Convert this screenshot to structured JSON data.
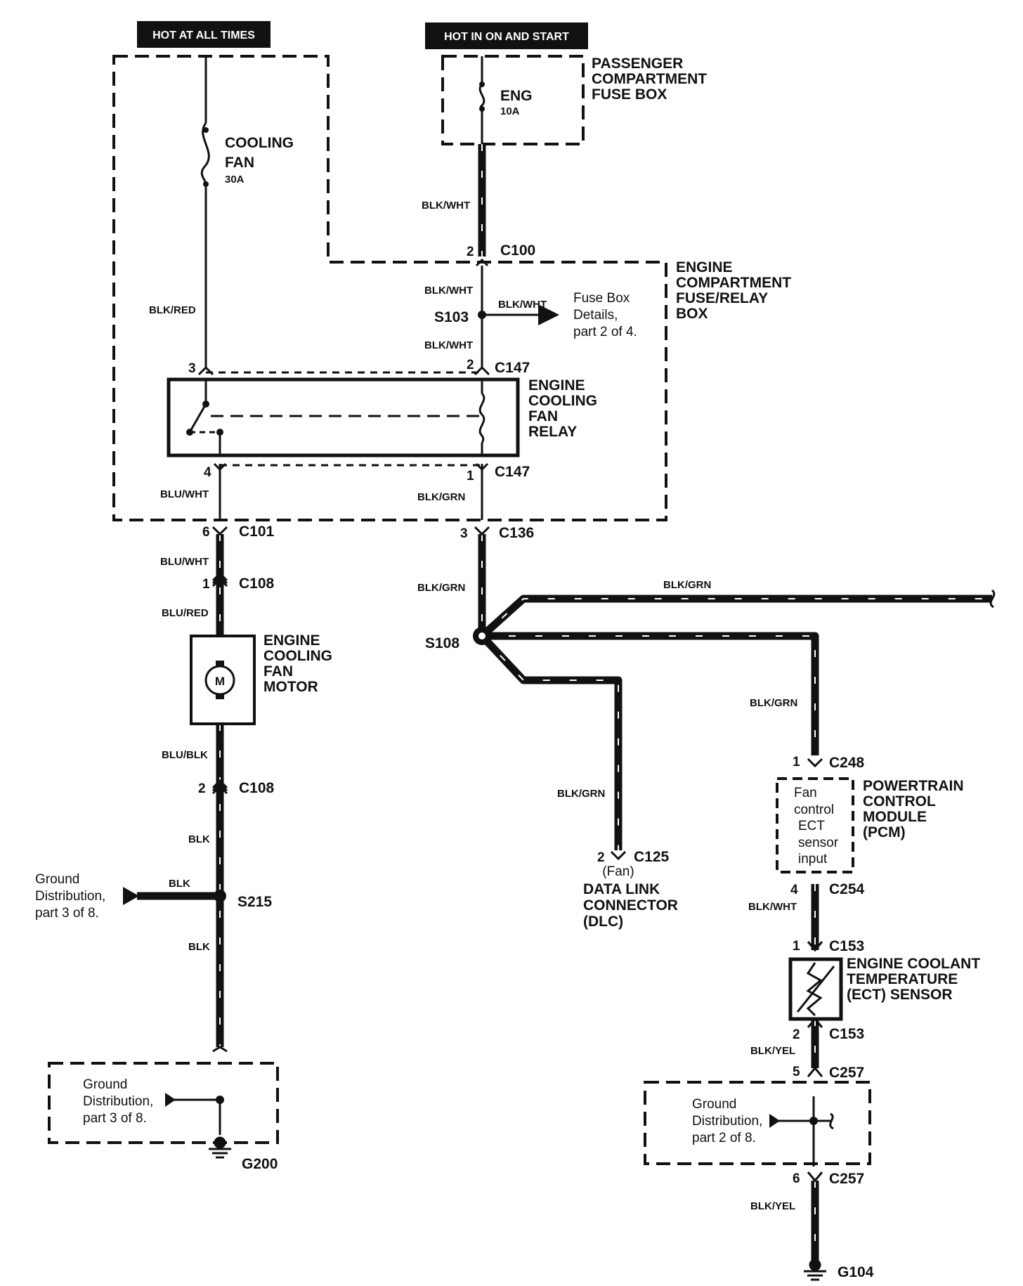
{
  "headers": {
    "hot_at_all_times": "HOT AT ALL TIMES",
    "hot_in_on_and_start": "HOT IN ON AND START"
  },
  "boxes": {
    "passenger_fuse_box": [
      "PASSENGER",
      "COMPARTMENT",
      "FUSE BOX"
    ],
    "engine_fuse_relay_box": [
      "ENGINE",
      "COMPARTMENT",
      "FUSE/RELAY",
      "BOX"
    ]
  },
  "fuses": {
    "eng": {
      "name": "ENG",
      "rating": "10A"
    },
    "cooling_fan": {
      "name_line1": "COOLING",
      "name_line2": "FAN",
      "rating": "30A"
    }
  },
  "components": {
    "relay": [
      "ENGINE",
      "COOLING",
      "FAN",
      "RELAY"
    ],
    "fan_motor": [
      "ENGINE",
      "COOLING",
      "FAN",
      "MOTOR"
    ],
    "motor_symbol": "M",
    "dlc": [
      "DATA LINK",
      "CONNECTOR",
      "(DLC)"
    ],
    "dlc_pin_note": "(Fan)",
    "pcm": [
      "POWERTRAIN",
      "CONTROL",
      "MODULE",
      "(PCM)"
    ],
    "pcm_inner": [
      "Fan",
      "control",
      "ECT",
      "sensor",
      "input"
    ],
    "ect_sensor": [
      "ENGINE COOLANT",
      "TEMPERATURE",
      "(ECT) SENSOR"
    ]
  },
  "refs": {
    "fuse_box_details": [
      "Fuse Box",
      "Details,",
      "part 2 of 4."
    ],
    "ground_dist_3_of_8": [
      "Ground",
      "Distribution,",
      "part 3 of 8."
    ],
    "ground_dist_2_of_8": [
      "Ground",
      "Distribution,",
      "part 2 of 8."
    ]
  },
  "wires": {
    "blk_wht": "BLK/WHT",
    "blk_red": "BLK/RED",
    "blu_wht": "BLU/WHT",
    "blk_grn": "BLK/GRN",
    "blu_red": "BLU/RED",
    "blu_blk": "BLU/BLK",
    "blk": "BLK",
    "blk_yel": "BLK/YEL"
  },
  "connectors": {
    "c100": "C100",
    "c147": "C147",
    "c101": "C101",
    "c136": "C136",
    "c108": "C108",
    "c125": "C125",
    "c248": "C248",
    "c254": "C254",
    "c153": "C153",
    "c257": "C257"
  },
  "splices": {
    "s103": "S103",
    "s108": "S108",
    "s215": "S215"
  },
  "grounds": {
    "g200": "G200",
    "g104": "G104"
  },
  "pins": {
    "c100": "2",
    "c147_top_left": "3",
    "c147_top_right": "2",
    "c147_bot_left": "4",
    "c147_bot_right": "1",
    "c101": "6",
    "c136": "3",
    "c108_top": "1",
    "c108_bot": "2",
    "c125": "2",
    "c248": "1",
    "c254": "4",
    "c153_top": "1",
    "c153_bot": "2",
    "c257_top": "5",
    "c257_bot": "6"
  }
}
